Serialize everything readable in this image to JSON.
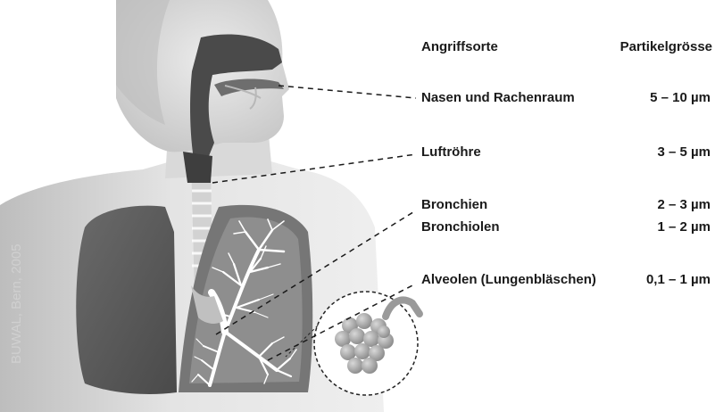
{
  "header": {
    "site_label": "Angriffsorte",
    "size_label": "Partikelgrösse"
  },
  "rows": [
    {
      "site": "Nasen und Rachenraum",
      "size": "5 – 10 µm"
    },
    {
      "site": "Luftröhre",
      "size": "3 – 5 µm"
    },
    {
      "site": "Bronchien",
      "size": "2 – 3 µm"
    },
    {
      "site": "Bronchiolen",
      "size": "1 – 2 µm"
    },
    {
      "site": "Alveolen (Lungenbläschen)",
      "size": "0,1 – 1 µm"
    }
  ],
  "credit": "BUWAL, Bern, 2005",
  "colors": {
    "body_light": "#e6e6e6",
    "body_mid": "#c8c8c8",
    "airway_dark": "#4a4a4a",
    "lung_dark": "#5c5c5c",
    "lung_inner": "#8e8e8e",
    "tree_white": "#ffffff",
    "alveoli": "#a8a8a8",
    "text": "#1a1a1a"
  }
}
